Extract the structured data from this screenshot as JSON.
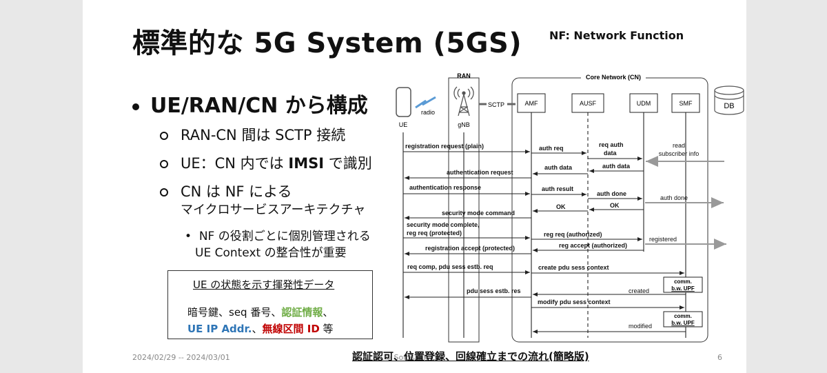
{
  "title": "標準的な 5G System (5GS)",
  "nf_note": "NF: Network Function",
  "bullet_main": "UE/RAN/CN から構成",
  "sub1": "RAN-CN 間は SCTP 接続",
  "sub2_pre": "UE：CN 内では ",
  "sub2_bold": "IMSI",
  "sub2_post": " で識別",
  "sub3_l1": "CN は NF による",
  "sub3_l2": "マイクロサービスアーキテクチャ",
  "sub4_l1": "NF の役割ごとに個別管理される",
  "sub4_l2": "UE Context の整合性が重要",
  "box": {
    "title": "UE の状態を示す揮発性データ",
    "l1_a": "暗号鍵、seq 番号、",
    "l1_b": "認証情報",
    "l1_c": "、",
    "l2_a": "UE IP Addr.",
    "l2_b": "、",
    "l2_c": "無線区間 ID",
    "l2_d": " 等"
  },
  "footer": {
    "date": "2024/02/29 -- 2024/03/01",
    "copyright": "© SoftBank Co",
    "page": "6"
  },
  "caption": "認証認可、位置登録、回線確立までの流れ(簡略版)",
  "diagram": {
    "ran_label": "RAN",
    "cn_label": "Core Network (CN)",
    "ue": "UE",
    "radio": "radio",
    "gnb": "gNB",
    "sctp": "SCTP",
    "amf": "AMF",
    "ausf": "AUSF",
    "udm": "UDM",
    "smf": "SMF",
    "db": "DB",
    "m": {
      "reg_req": "registration request (plain)",
      "auth_req": "auth req",
      "req_auth_data_1": "req auth",
      "req_auth_data_2": "data",
      "read_1": "read",
      "read_2": "subscriber info",
      "auth_data_1": "auth data",
      "auth_data_2": "auth data",
      "authn_req": "authentication request",
      "authn_resp": "authentication response",
      "auth_result": "auth result",
      "auth_done_1": "auth done",
      "auth_done_2": "auth done",
      "ok_1": "OK",
      "ok_2": "OK",
      "sec_cmd": "security mode command",
      "sec_complete_1": "security mode complete,",
      "sec_complete_2": "reg req (protected)",
      "reg_req_auth": "reg req (authorized)",
      "registered": "registered",
      "reg_accept_auth": "reg accept (authorized)",
      "reg_accept_prot": "registration accept (protected)",
      "req_comp": "req comp, pdu sess estb. req",
      "create_pdu": "create pdu sess context",
      "comm_1": "comm.",
      "comm_2": "b.w. UPF",
      "created": "created",
      "pdu_res": "pdu sess estb. res",
      "modify_pdu": "modify pdu sess context",
      "modified": "modified"
    }
  }
}
